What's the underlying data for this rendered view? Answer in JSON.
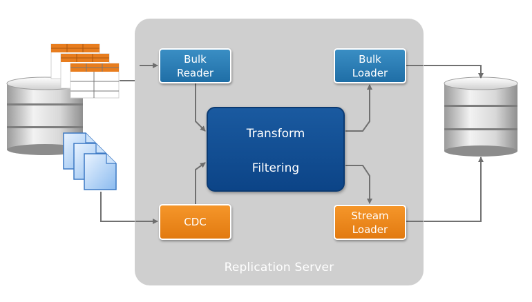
{
  "server": {
    "label": "Replication Server"
  },
  "nodes": {
    "bulk_reader": {
      "line1": "Bulk",
      "line2": "Reader"
    },
    "cdc": {
      "label": "CDC"
    },
    "transform": {
      "line1": "Transform",
      "line2": "Filtering"
    },
    "bulk_loader": {
      "line1": "Bulk",
      "line2": "Loader"
    },
    "stream_loader": {
      "line1": "Stream",
      "line2": "Loader"
    }
  },
  "colors": {
    "server_bg": "#cfcfcf",
    "blue_node": "#2a7db8",
    "core_blue": "#0f4c91",
    "orange_node": "#ee8a1c",
    "arrow": "#707070",
    "table_header": "#e87d1e"
  },
  "icons": [
    "source-database-icon",
    "source-tables-icon",
    "source-files-icon",
    "target-database-icon"
  ]
}
